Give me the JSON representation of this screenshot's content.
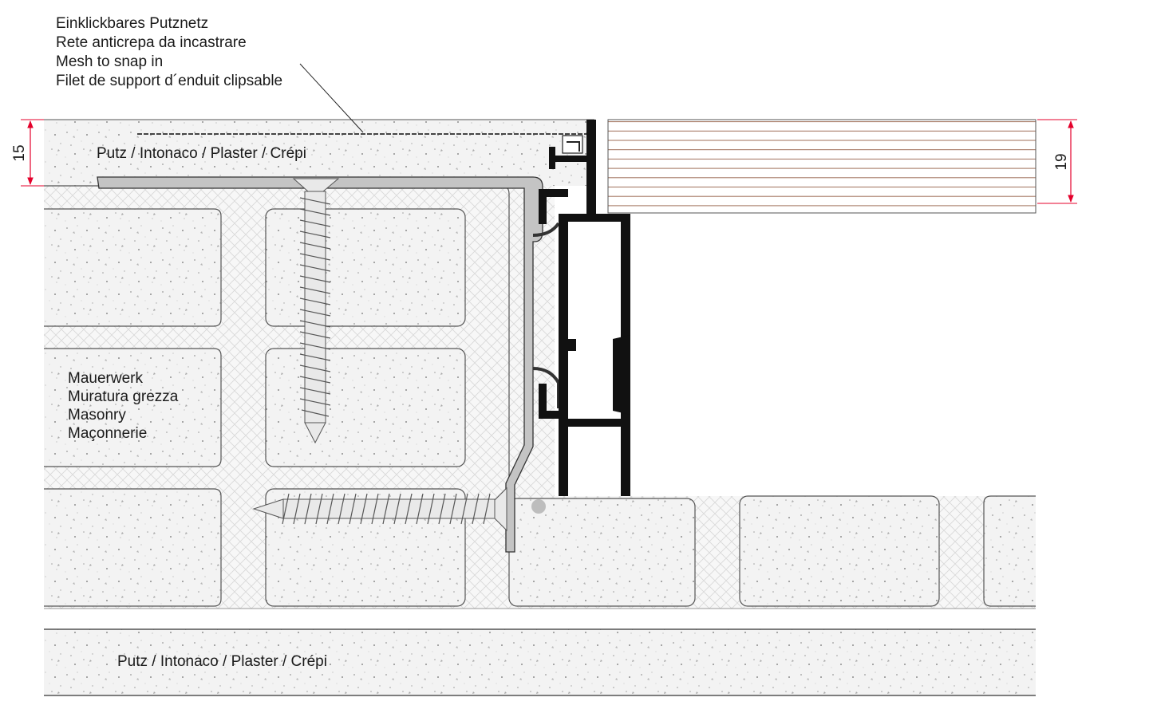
{
  "mesh_label": {
    "line1": "Einklickbares Putznetz",
    "line2": "Rete anticrepa da incastrare",
    "line3": "Mesh to snap in",
    "line4": "Filet de support d´enduit clipsable"
  },
  "plaster_top_label": "Putz / Intonaco / Plaster / Crépi",
  "plaster_bottom_label": "Putz / Intonaco / Plaster / Crépi",
  "masonry_label": {
    "line1": "Mauerwerk",
    "line2": "Muratura grezza",
    "line3": "Masonry",
    "line4": "Maçonnerie"
  },
  "dimension_left": "15",
  "dimension_right": "19",
  "colors": {
    "dimension_red": "#e4002b",
    "profile_black": "#111111",
    "mortar_hatch": "#d8d8d8",
    "deck_lines": "#a0705a"
  }
}
